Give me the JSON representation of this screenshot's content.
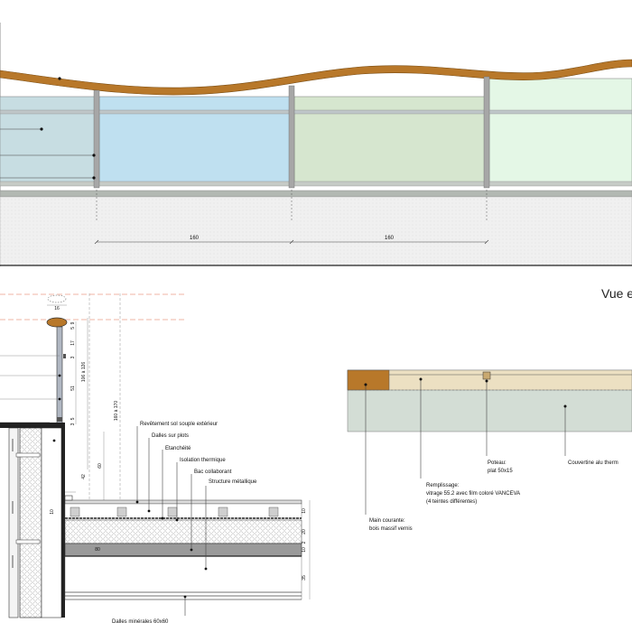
{
  "colors": {
    "handrail": "#b8782a",
    "panel_1": "#c7dde2",
    "panel_2": "#bfe0f0",
    "panel_3": "#d6e6cf",
    "panel_4": "#e4f7e6",
    "post": "#a7a7a7",
    "slab": "#e8e8e8",
    "dashed_red": "#e06a4a"
  },
  "elevation": {
    "dim_1": "160",
    "dim_2": "160"
  },
  "view_title": "Vue e",
  "section": {
    "dims_top": [
      "16",
      "5",
      "9",
      "17",
      "3",
      "51",
      "5",
      "3"
    ],
    "dim_106_126": "106 à 126",
    "dim_160_170": "160 à 170",
    "dim_42": "42",
    "dim_60": "60",
    "dims_right": [
      "10",
      "20",
      "2",
      "10",
      "35"
    ],
    "dim_10_left": "10",
    "dim_80": "80",
    "labels": {
      "revetement": "Revêtement sol souple extérieur",
      "dalles_plots": "Dalles sur plots",
      "etancheite": "Etanchéité",
      "isolation": "Isolation thermique",
      "bac": "Bac collaborant",
      "structure": "Structure métallique",
      "dalles_min": "Dalles minérales 60x60"
    }
  },
  "plan": {
    "labels": {
      "poteau_1": "Poteau:",
      "poteau_2": "plat 50x15",
      "couvertine": "Couvertine alu therm",
      "remplissage_1": "Remplissage:",
      "remplissage_2": "vitrage 55.2 avec film coloré VANCEVA",
      "remplissage_3": "(4 teintes différentes)",
      "main_1": "Main courante:",
      "main_2": "bois massif vernis"
    }
  }
}
